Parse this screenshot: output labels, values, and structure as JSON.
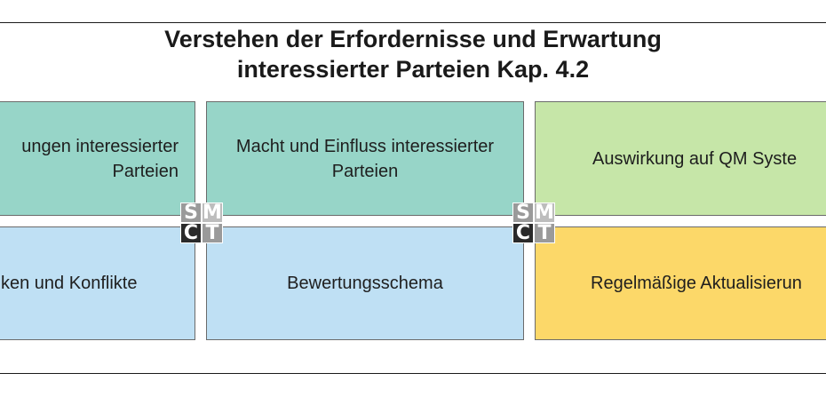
{
  "title": {
    "line1": "Verstehen der Erfordernisse und Erwartung",
    "line2": "interessierter Parteien Kap. 4.2"
  },
  "boxes": {
    "top_left": "ungen interessierter Parteien",
    "top_middle": "Macht und Einfluss interessierter Parteien",
    "top_right": "Auswirkung auf QM Syste",
    "bottom_left": "ken und Konflikte",
    "bottom_middle": "Bewertungsschema",
    "bottom_right": "Regelmäßige Aktualisierun"
  },
  "logo": {
    "letters": [
      "S",
      "M",
      "C",
      "T"
    ]
  },
  "colors": {
    "teal": "#97d5c8",
    "blue": "#bfe0f4",
    "green": "#c6e6a8",
    "yellow": "#fcd869"
  }
}
